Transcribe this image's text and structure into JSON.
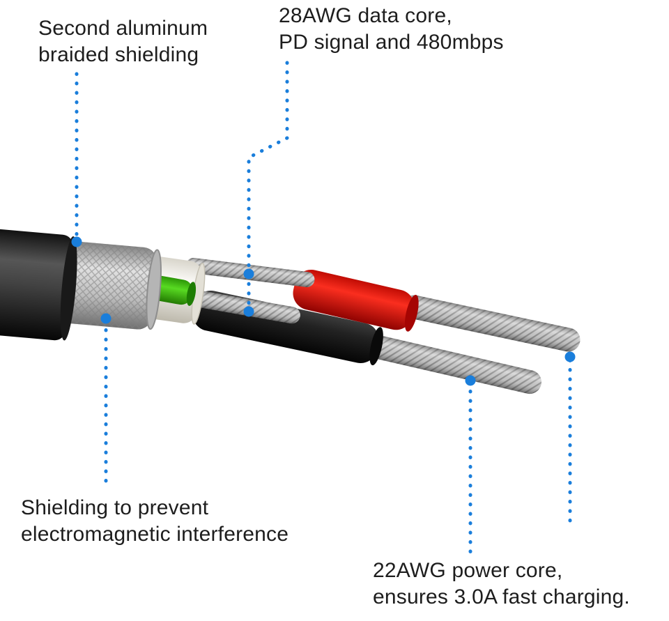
{
  "labels": {
    "braided_shielding": {
      "line1": "Second aluminum",
      "line2": "braided shielding"
    },
    "data_core": {
      "line1": "28AWG data core,",
      "line2": "PD signal and 480mbps"
    },
    "emi_shielding": {
      "line1": "Shielding to prevent",
      "line2": "electromagnetic interference"
    },
    "power_core": {
      "line1": "22AWG power core,",
      "line2": "ensures 3.0A fast charging."
    }
  },
  "colors": {
    "accent": "#1a7edb",
    "text": "#1d1d1d",
    "jacket": "#2b2b2b",
    "shield": "#c7c7c7",
    "insulation": "#f6f4ee",
    "wire_green": "#45c916",
    "wire_red": "#e8180b",
    "wire_black": "#141414",
    "strand": "#c9c9c9"
  }
}
